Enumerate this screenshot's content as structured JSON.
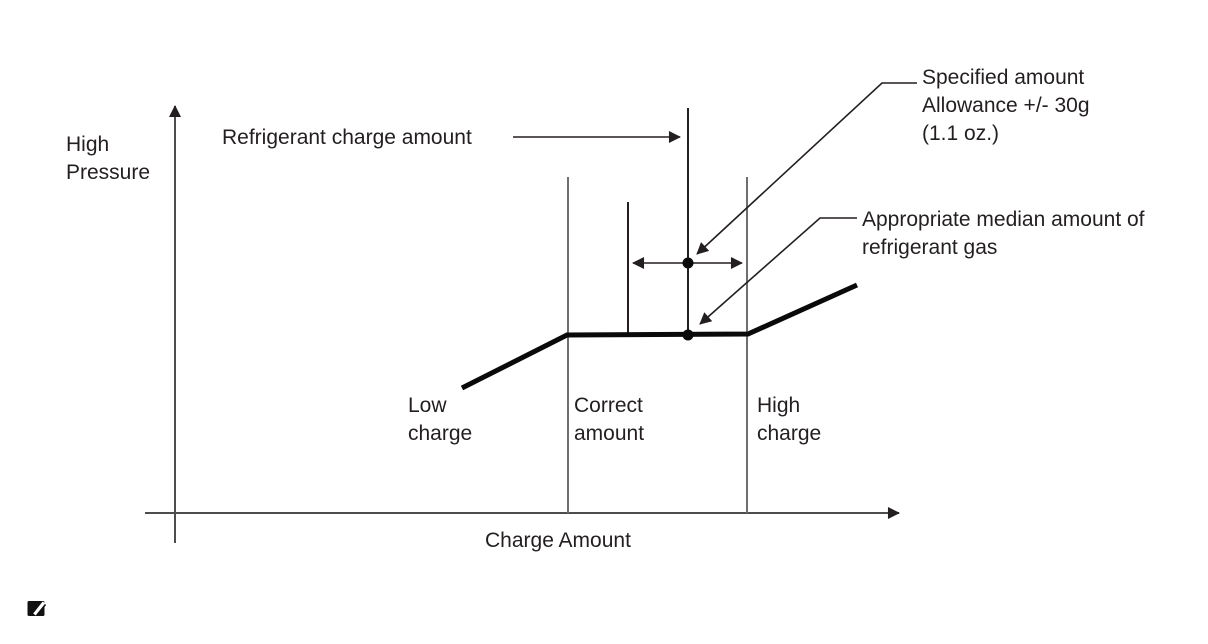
{
  "colors": {
    "bg": "#ffffff",
    "ink": "#231f20",
    "axis": "#4d4d4d",
    "boundary": "#6d6e70",
    "curve": "#0a0a0a"
  },
  "figure": {
    "y_axis_label": "High\nPressure",
    "x_axis_label": "Charge Amount",
    "zone_labels": {
      "low": "Low\ncharge",
      "correct": "Correct\namount",
      "high": "High\ncharge"
    },
    "annotations": {
      "refrigerant_charge_amount": "Refrigerant charge amount",
      "specified_amount": "Specified amount\nAllowance +/- 30g\n(1.1 oz.)",
      "appropriate_median": "Appropriate median amount of\nrefrigerant gas"
    },
    "icons": {
      "bottom_left": "image-placeholder-icon"
    }
  }
}
